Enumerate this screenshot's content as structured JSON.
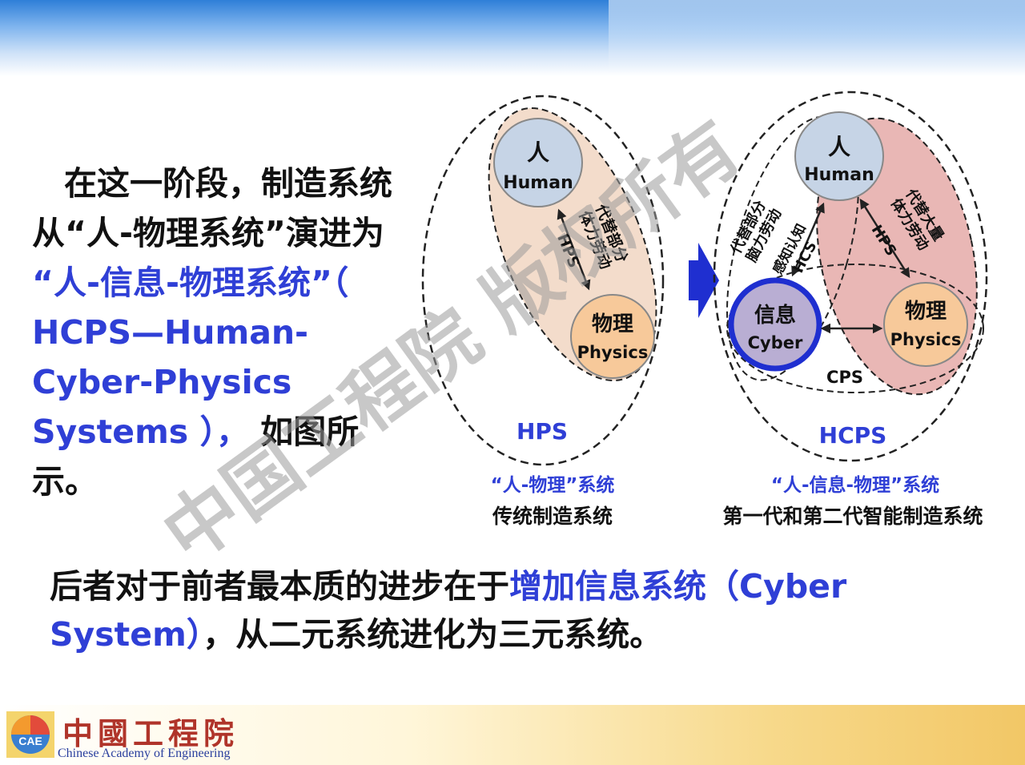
{
  "left_paragraph": {
    "line1": "在这一阶段，制造系统",
    "line2": "从“人-物理系统”演进为",
    "highlight": "“人-信息-物理系统”（ HCPS—Human-Cyber-Physics Systems ），",
    "tail": "如图所示。"
  },
  "bottom_paragraph": {
    "prefix": "后者对于前者最本质的进步在于",
    "highlight": "增加信息系统（Cyber System）",
    "suffix": "，从二元系统进化为三元系统。"
  },
  "hps_diagram": {
    "human_cn": "人",
    "human_en": "Human",
    "physics_cn": "物理",
    "physics_en": "Physics",
    "arrow_text1": "代替部分",
    "arrow_text2": "体力劳动",
    "arrow_text3": "HPS",
    "system_label": "HPS",
    "caption_blue": "“人-物理”系统",
    "caption_black": "传统制造系统"
  },
  "hcps_diagram": {
    "human_cn": "人",
    "human_en": "Human",
    "cyber_cn": "信息",
    "cyber_en": "Cyber",
    "physics_cn": "物理",
    "physics_en": "Physics",
    "left_text1": "代替部分",
    "left_text2": "脑力劳动",
    "left_text3": "感知认知",
    "left_text4": "HCS",
    "right_text1": "代替大量",
    "right_text2": "体力劳动",
    "right_text3": "HPS",
    "cps_label": "CPS",
    "system_label": "HCPS",
    "caption_blue": "“人-信息-物理”系统",
    "caption_black": "第一代和第二代智能制造系统"
  },
  "watermark": "中国工程院 版权所有",
  "logo": {
    "cn": "中國工程院",
    "en": "Chinese Academy of Engineering",
    "abbr": "CAE"
  },
  "colors": {
    "highlight_blue": "#2f3fd6",
    "human_fill": "#c6d4e6",
    "physics_fill": "#f7c99a",
    "cyber_fill": "#b9aed3",
    "hps_region": "#f3dccb",
    "hcps_region": "#e9b7b5"
  }
}
